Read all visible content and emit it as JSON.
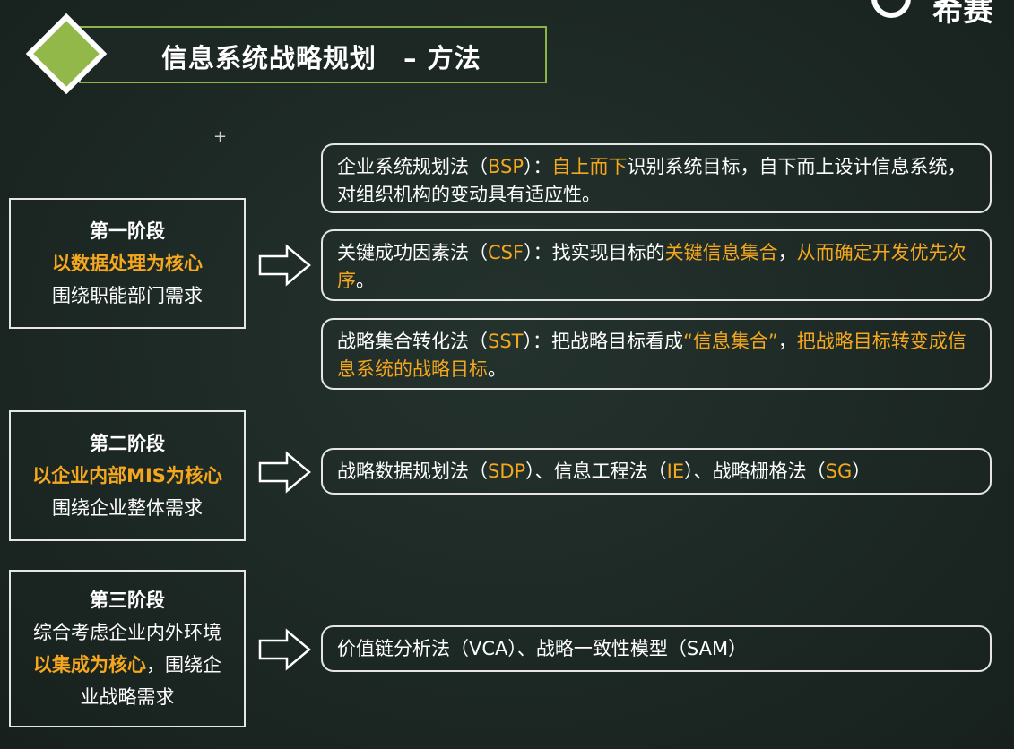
{
  "header": {
    "title": "信息系统战略规划　– 方法",
    "logo_text": "希赛"
  },
  "stages": [
    {
      "name": "第一阶段",
      "focus": "以数据处理为核心",
      "desc": "围绕职能部门需求"
    },
    {
      "name": "第二阶段",
      "focus": "以企业内部MIS为核心",
      "desc": "围绕企业整体需求"
    },
    {
      "name": "第三阶段",
      "pre": "综合考虑企业内外环境",
      "focus": "以集成为核心",
      "rest1": "，围绕企",
      "rest2": "业战略需求"
    }
  ],
  "methods": {
    "bsp": {
      "a": "企业系统规划法（",
      "abbr": "BSP",
      "b": "）：",
      "hl": "自上而下",
      "c": "识别系统目标，自下而上设计信息系统，对组织机构的变动具有适应性。"
    },
    "csf": {
      "a": "关键成功因素法（",
      "abbr": "CSF",
      "b": "）：找实现目标的",
      "hl1": "关键信息集合",
      "c": "，",
      "hl2": "从而确定开发优先次序",
      "d": "。"
    },
    "sst": {
      "a": "战略集合转化法（",
      "abbr": "SST",
      "b": "）：把战略目标看成",
      "hl1": "“信息集合”",
      "c": "，",
      "hl2": "把战略目标转变成信息系统的战略目标",
      "d": "。"
    },
    "stage2": {
      "a": "战略数据规划法（",
      "abbr1": "SDP",
      "b": "）、信息工程法（",
      "abbr2": "IE",
      "c": "）、战略栅格法（",
      "abbr3": "SG",
      "d": "）"
    },
    "stage3": {
      "text": "价值链分析法（VCA）、战略一致性模型（SAM）"
    }
  },
  "colors": {
    "background": "#1e2a26",
    "accent_green": "#93b84a",
    "highlight_orange": "#f5a81e"
  }
}
